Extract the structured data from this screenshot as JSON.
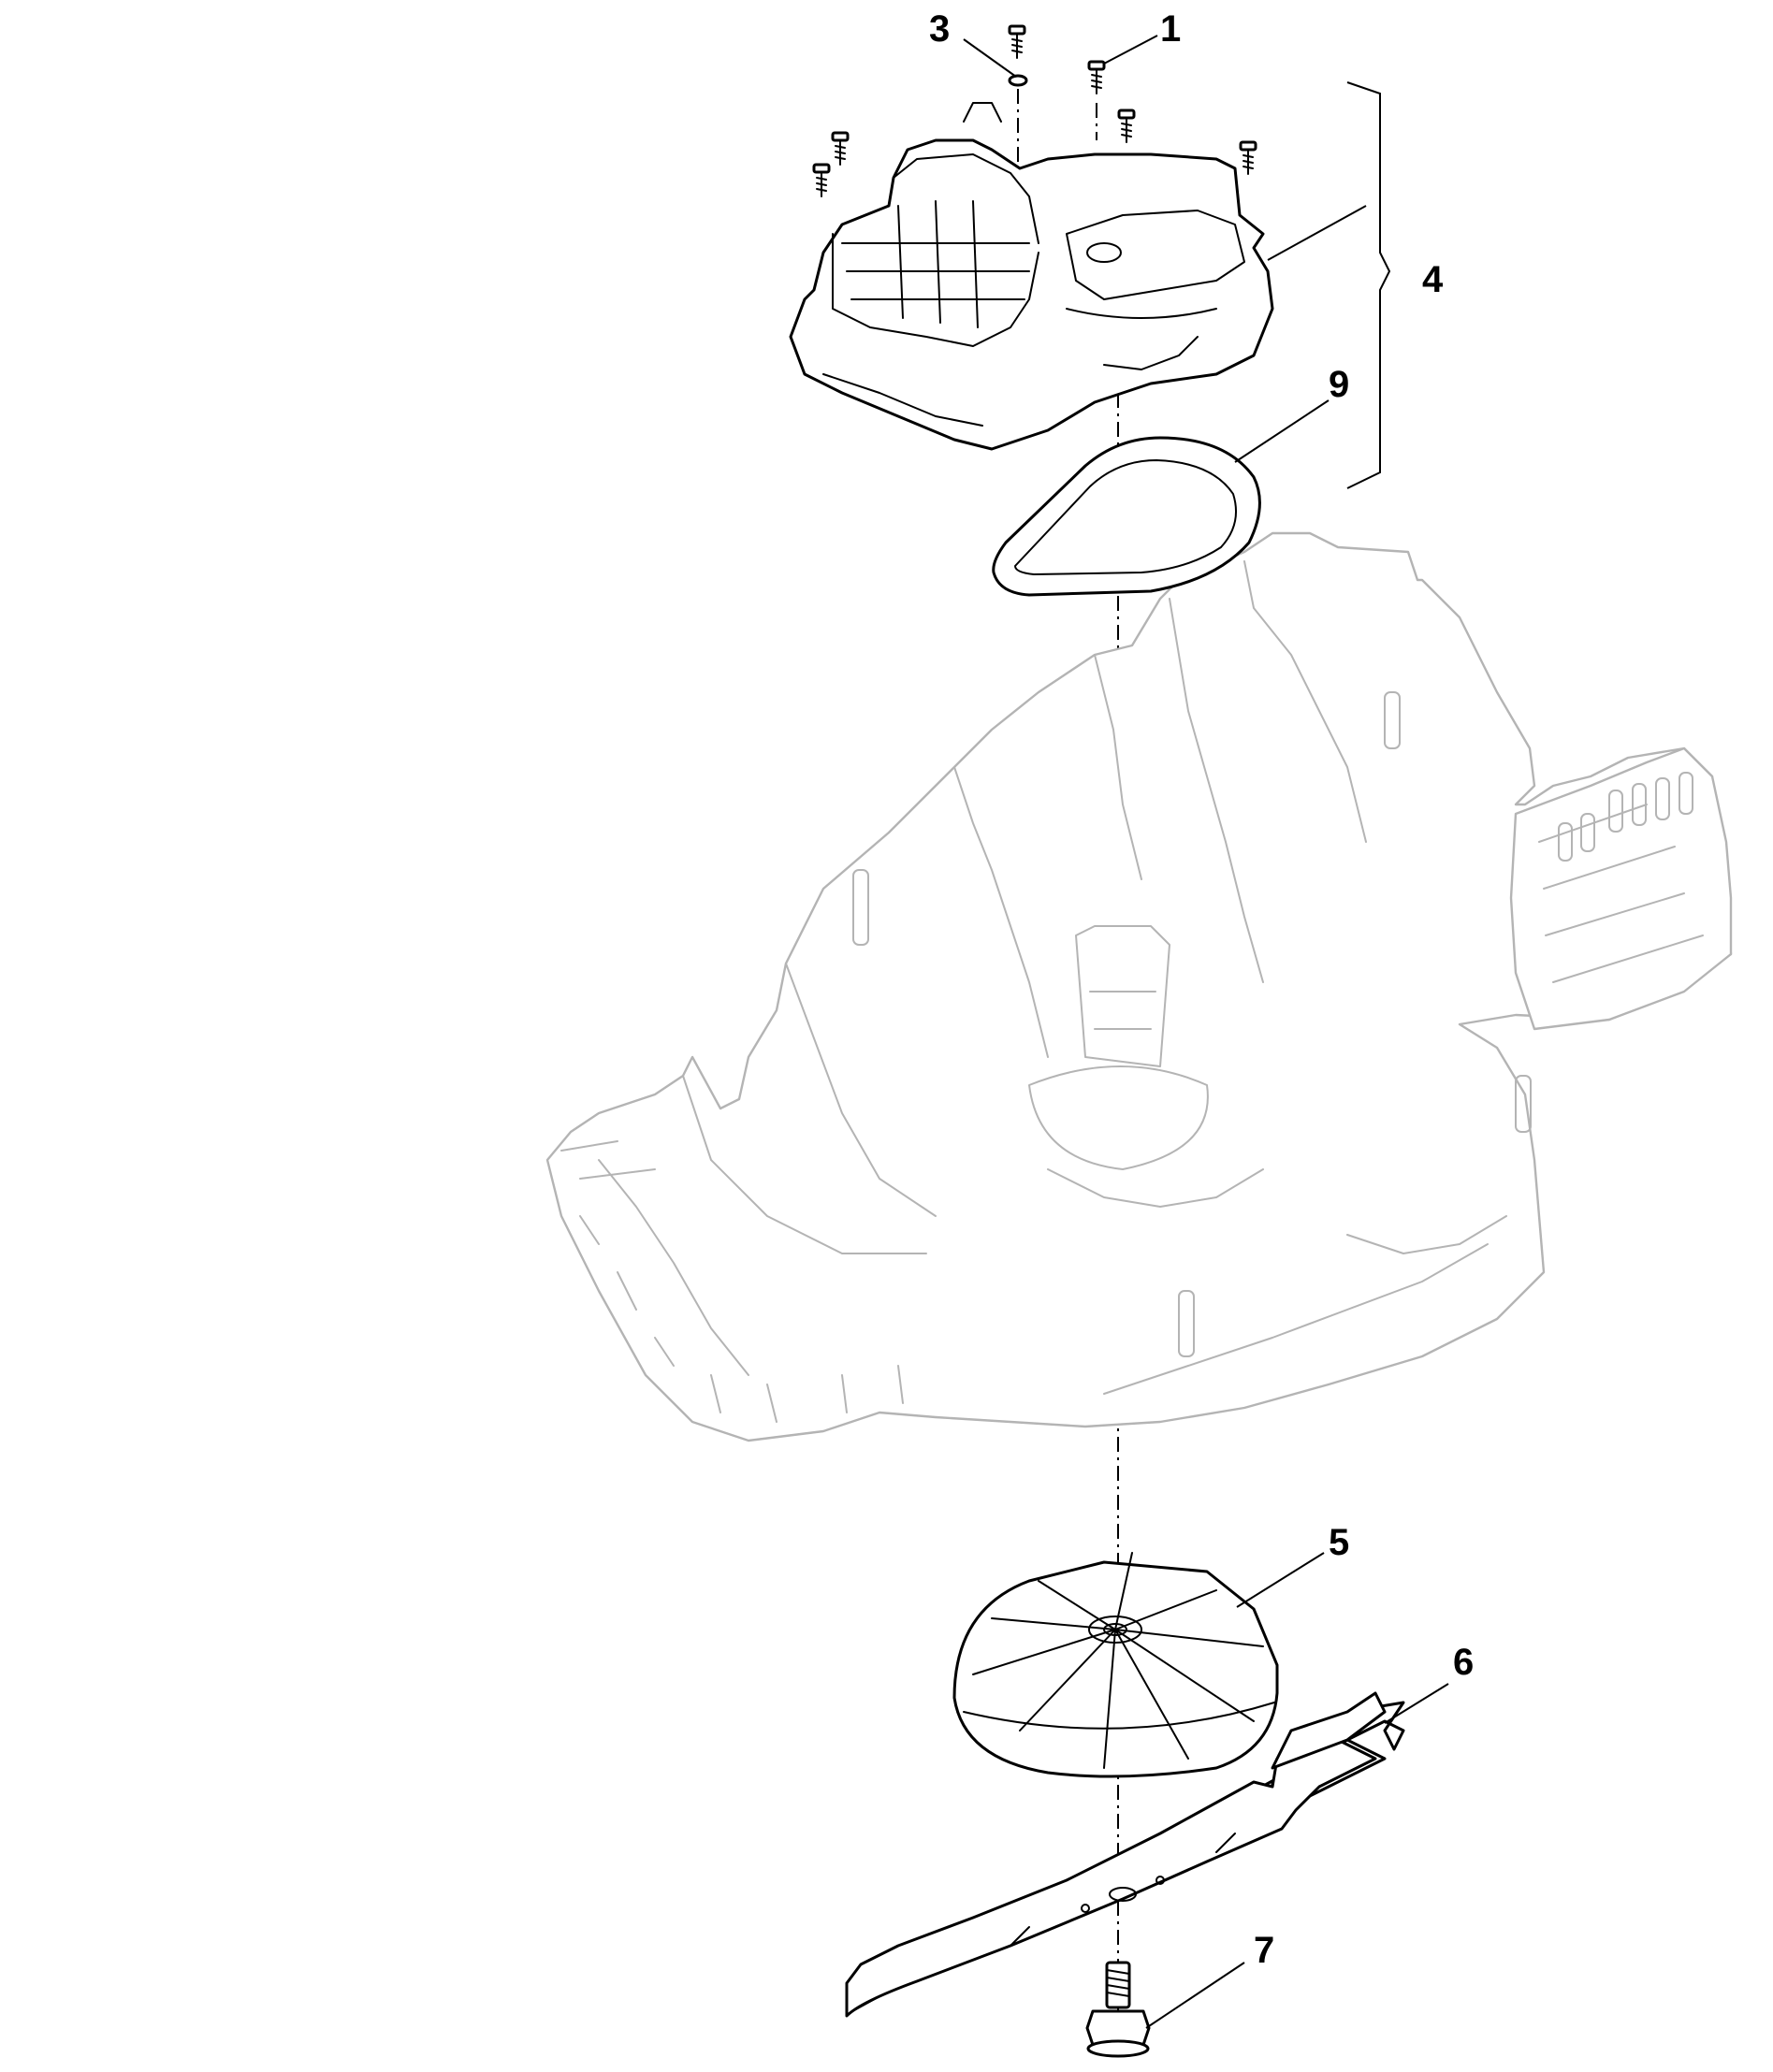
{
  "callouts": [
    {
      "id": "c1",
      "label": "1"
    },
    {
      "id": "c3",
      "label": "3"
    },
    {
      "id": "c4",
      "label": "4"
    },
    {
      "id": "c9",
      "label": "9"
    },
    {
      "id": "c5",
      "label": "5"
    },
    {
      "id": "c6",
      "label": "6"
    },
    {
      "id": "c7",
      "label": "7"
    }
  ]
}
